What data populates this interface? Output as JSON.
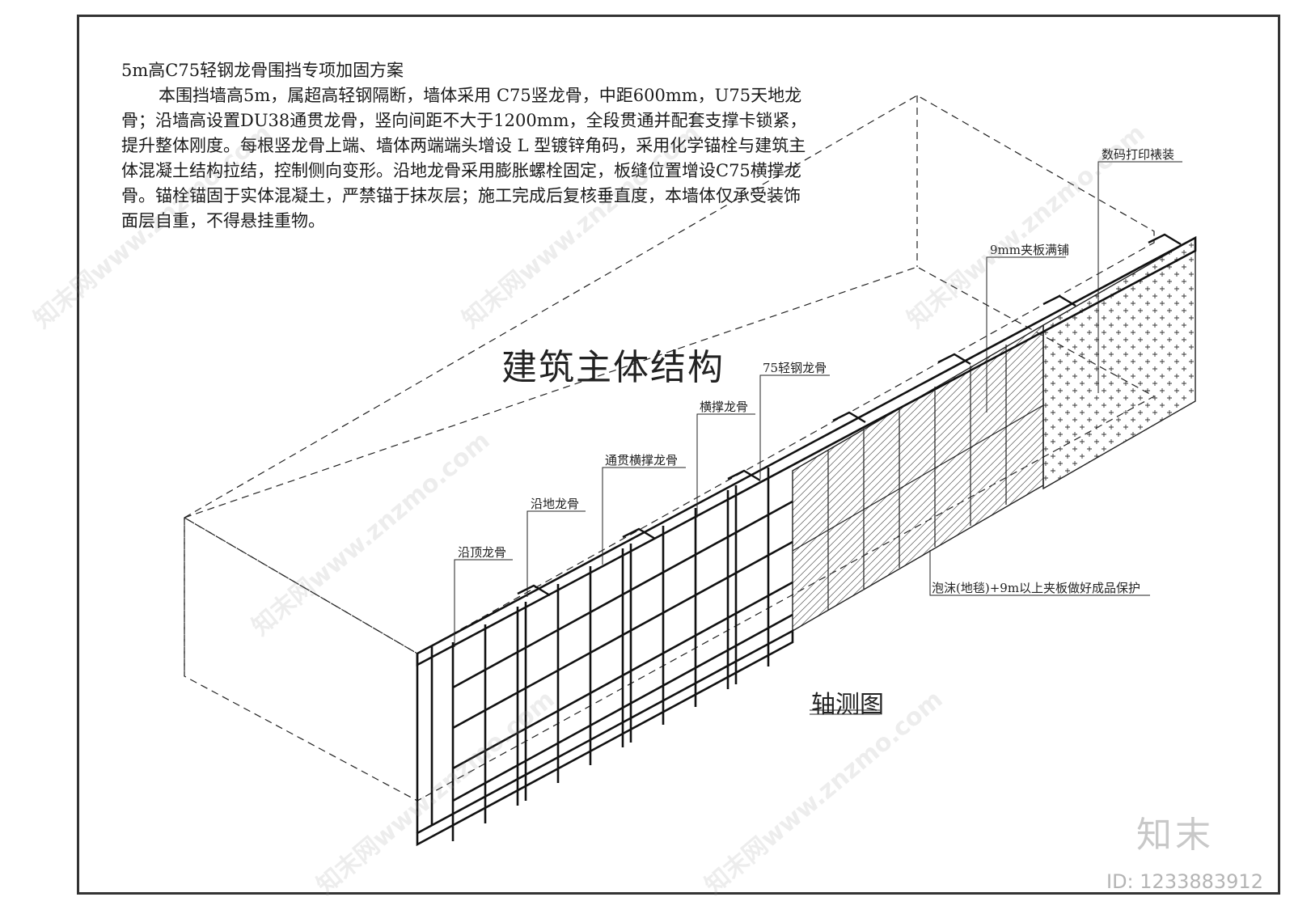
{
  "notes": {
    "title": "5m高C75轻钢龙骨围挡专项加固方案",
    "body": "本围挡墙高5m，属超高轻钢隔断，墙体采用 C75竖龙骨，中距600mm，U75天地龙骨；沿墙高设置DU38通贯龙骨，竖向间距不大于1200mm，全段贯通并配套支撑卡锁紧，提升整体刚度。每根竖龙骨上端、墙体两端端头增设 L 型镀锌角码，采用化学锚栓与建筑主体混凝土结构拉结，控制侧向变形。沿地龙骨采用膨胀螺栓固定，板缝位置增设C75横撑龙骨。锚栓锚固于实体混凝土，严禁锚于抹灰层；施工完成后复核垂直度，本墙体仅承受装饰面层自重，不得悬挂重物。"
  },
  "main_label": "建筑主体结构",
  "labels": {
    "top_track": "沿顶龙骨",
    "floor_track": "沿地龙骨",
    "through_brace": "通贯横撑龙骨",
    "cross_brace": "横撑龙骨",
    "steel_stud": "75轻钢龙骨",
    "plywood": "9mm夹板满铺",
    "print_finish": "数码打印裱装",
    "protection": "泡沫(地毯)+9m以上夹板做好成品保护"
  },
  "view_title": "轴测图",
  "watermark": {
    "logo": "知末",
    "id_text": "ID: 1233883912",
    "text": "知末网www.znzmo.com"
  },
  "colors": {
    "line": "#222222",
    "frame": "#333333",
    "watermark": "#c8c8c8"
  }
}
